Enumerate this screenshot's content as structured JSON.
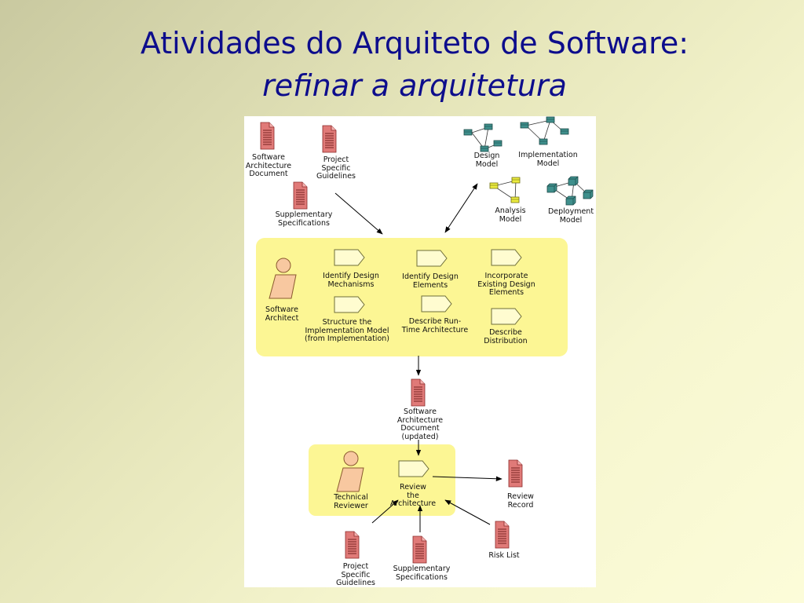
{
  "slide": {
    "title_line1": "Atividades do Arquiteto de Software:",
    "title_line2": "refinar a arquitetura"
  },
  "artifacts": {
    "software_architecture_document": "Software\nArchitecture\nDocument",
    "project_specific_guidelines": "Project\nSpecific\nGuidelines",
    "supplementary_specifications": "Supplementary\nSpecifications",
    "software_architecture_document_updated": "Software\nArchitecture\nDocument\n(updated)",
    "review_record": "Review\nRecord",
    "risk_list": "Risk List",
    "project_specific_guidelines_bottom": "Project\nSpecific\nGuidelines",
    "supplementary_specifications_bottom": "Supplementary\nSpecifications"
  },
  "models": {
    "design_model": "Design\nModel",
    "implementation_model": "Implementation\nModel",
    "analysis_model": "Analysis\nModel",
    "deployment_model": "Deployment\nModel"
  },
  "roles": {
    "software_architect": "Software\nArchitect",
    "technical_reviewer": "Technical\nReviewer"
  },
  "activities": {
    "identify_design_mechanisms": "Identify Design\nMechanisms",
    "identify_design_elements": "Identify Design\nElements",
    "incorporate_existing_design_elements": "Incorporate\nExisting Design\nElements",
    "structure_implementation_model": "Structure the\nImplementation Model\n(from Implementation)",
    "describe_runtime_architecture": "Describe Run-\nTime Architecture",
    "describe_distribution": "Describe\nDistribution",
    "review_the_architecture": "Review\nthe\nArchitecture"
  },
  "colors": {
    "title": "#0d0d8c",
    "swimlane": "#fcf694",
    "document_fill": "#e07a78",
    "activity_fill": "#fffcd0",
    "role_fill": "#f8c8a0",
    "model_box_teal": "#3f8f8c",
    "model_box_yellow": "#ecec40"
  }
}
